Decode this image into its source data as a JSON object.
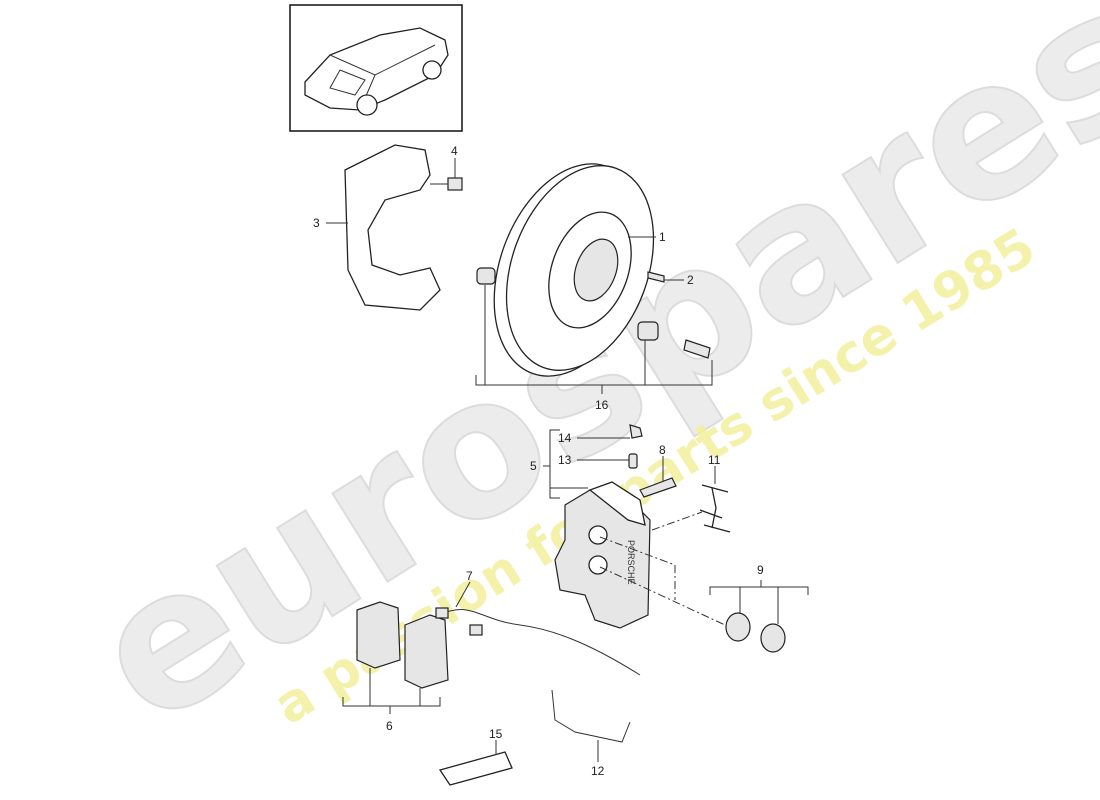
{
  "watermark": {
    "brand": "eurospares",
    "tagline": "a passion for parts since 1985",
    "brand_color": "#e8e8e8",
    "tagline_color": "#f3ef9c"
  },
  "caliper_marking": "PORSCHE",
  "callouts": {
    "c1": "1",
    "c2": "2",
    "c3": "3",
    "c4": "4",
    "c5": "5",
    "c6": "6",
    "c7": "7",
    "c8": "8",
    "c9": "9",
    "c11": "11",
    "c12": "12",
    "c13": "13",
    "c14": "14",
    "c15": "15",
    "c16": "16"
  }
}
